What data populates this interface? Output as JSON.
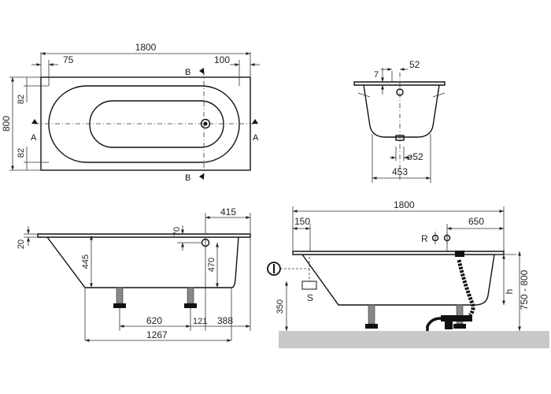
{
  "plan_view": {
    "dims": {
      "length": "1800",
      "rim_left": "75",
      "rim_right": "100",
      "width": "800",
      "rim_top": "82",
      "rim_bottom": "82"
    },
    "section_markers": {
      "a_left": "A",
      "a_right": "A",
      "b_top": "B",
      "b_bottom": "B"
    }
  },
  "cross_section": {
    "dims": {
      "rim_height": "7",
      "outlet_offset": "52",
      "drain_diameter": "ø52",
      "bottom_width": "453"
    }
  },
  "side_view_left": {
    "dims": {
      "overflow_offset": "415",
      "overflow_height": "70",
      "rim_thickness": "20",
      "depth": "445",
      "overflow_depth": "470",
      "feet_spacing": "620",
      "foot_gap": "121",
      "foot_to_end": "388",
      "base_length": "1267"
    }
  },
  "side_view_right": {
    "dims": {
      "length": "1800",
      "left_offset": "150",
      "right_offset": "650",
      "floor_height": "350",
      "height_range": "750 - 800",
      "height_label": "h"
    },
    "labels": {
      "r_label": "R",
      "s_label": "S"
    }
  }
}
